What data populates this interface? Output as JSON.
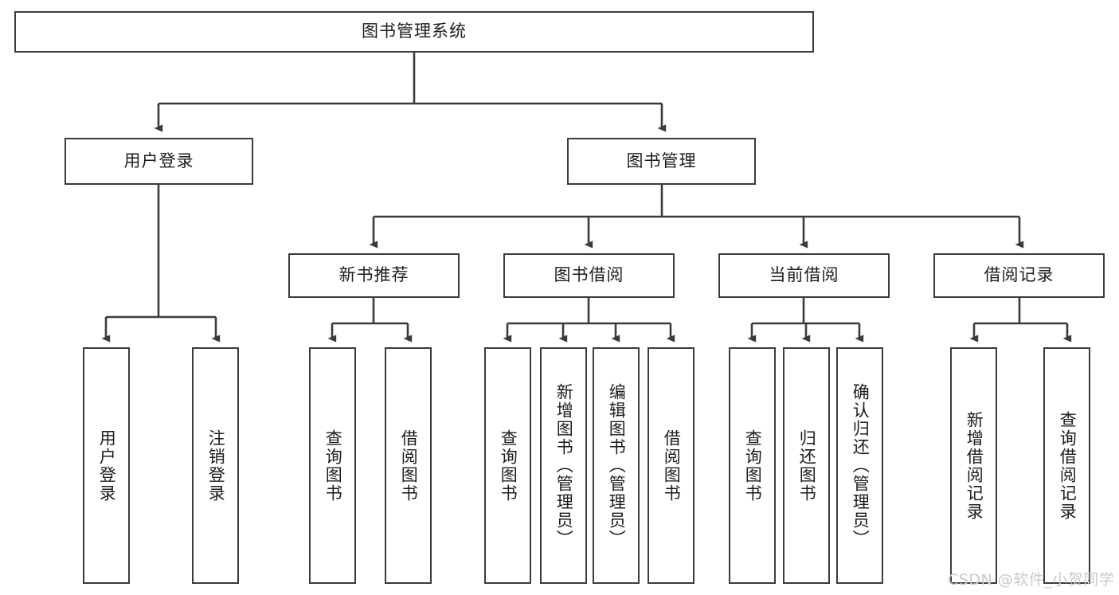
{
  "diagram": {
    "title": "图书管理系统",
    "watermark": "CSDN @软件_小贺同学",
    "stroke_color": "#3b3b3b",
    "fill_color": "#ffffff",
    "text_color": "#1c1c1c",
    "watermark_color": "#c9c9c9"
  },
  "nodes": {
    "root": {
      "label": "图书管理系统"
    },
    "level1": [
      {
        "label": "用户登录"
      },
      {
        "label": "图书管理"
      }
    ],
    "level2": [
      {
        "label": "新书推荐"
      },
      {
        "label": "图书借阅"
      },
      {
        "label": "当前借阅"
      },
      {
        "label": "借阅记录"
      }
    ],
    "leaves": {
      "user_login": [
        {
          "label": "用户登录"
        },
        {
          "label": "注销登录"
        }
      ],
      "new_book_recommend": [
        {
          "label": "查询图书"
        },
        {
          "label": "借阅图书"
        }
      ],
      "book_borrow": [
        {
          "label": "查询图书"
        },
        {
          "label": "新增图书（管理员）"
        },
        {
          "label": "编辑图书（管理员）"
        },
        {
          "label": "借阅图书"
        }
      ],
      "current_borrow": [
        {
          "label": "查询图书"
        },
        {
          "label": "归还图书"
        },
        {
          "label": "确认归还（管理员）"
        }
      ],
      "borrow_record": [
        {
          "label": "新增借阅记录"
        },
        {
          "label": "查询借阅记录"
        }
      ]
    }
  }
}
